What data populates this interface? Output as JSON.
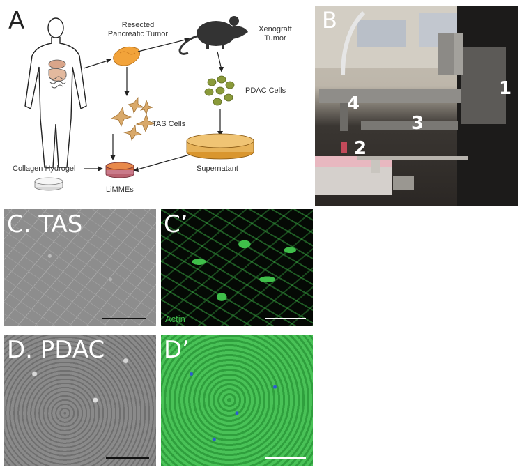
{
  "panel_a": {
    "label": "A",
    "resected_tumor": "Resected\nPancreatic Tumor",
    "xenograft": "Xenograft\nTumor",
    "pdac_cells": "PDAC Cells",
    "tas_cells": "TAS Cells",
    "collagen": "Collagen Hydrogel",
    "supernatant": "Supernatant",
    "limmes": "LiMMEs"
  },
  "panel_b": {
    "label": "B",
    "markers": [
      "1",
      "2",
      "3",
      "4"
    ]
  },
  "panel_c": {
    "label": "C. TAS"
  },
  "panel_c2": {
    "label": "C’",
    "stain": "Actin"
  },
  "panel_d": {
    "label": "D. PDAC"
  },
  "panel_d2": {
    "label": "D’"
  },
  "colors": {
    "tumor_orange": "#f2a33a",
    "tas_tan": "#d9a96a",
    "pdac_green": "#8a9a3a",
    "dish_tan": "#e7b35a",
    "limmes_pink": "#c97a8a",
    "actin_green": "#3fbf4a",
    "nuclei_blue": "#2d5bd1"
  }
}
